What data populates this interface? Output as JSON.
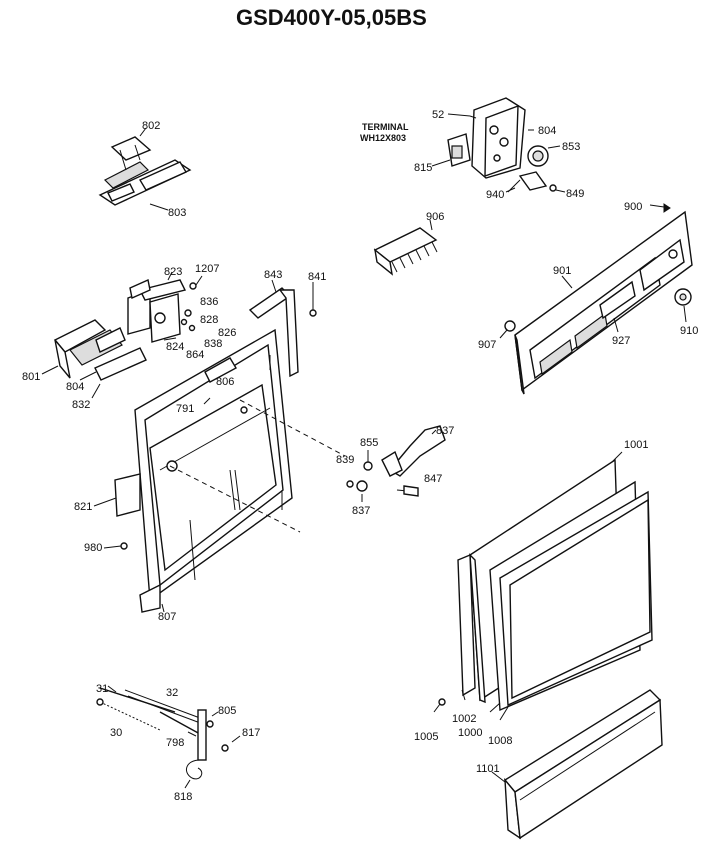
{
  "title": "GSD400Y-05,05BS",
  "terminal_note": {
    "line1": "TERMINAL",
    "line2": "WH12X803"
  },
  "labels": {
    "p802": "802",
    "p803": "803",
    "p823": "823",
    "p1207": "1207",
    "p843": "843",
    "p841": "841",
    "p836": "836",
    "p828": "828",
    "p826": "826",
    "p824": "824",
    "p864": "864",
    "p838": "838",
    "p801": "801",
    "p804a": "804",
    "p832": "832",
    "p806": "806",
    "p791": "791",
    "p821": "821",
    "p980": "980",
    "p807": "807",
    "p52": "52",
    "p804b": "804",
    "p853": "853",
    "p815": "815",
    "p940": "940",
    "p849": "849",
    "p906": "906",
    "p900": "900",
    "p901": "901",
    "p910": "910",
    "p907": "907",
    "p927": "927",
    "p837a": "837",
    "p855": "855",
    "p839": "839",
    "p847": "847",
    "p837b": "837",
    "p1001": "1001",
    "p1002": "1002",
    "p1000": "1000",
    "p1008": "1008",
    "p1005": "1005",
    "p1101": "1101",
    "p31": "31",
    "p32": "32",
    "p30": "30",
    "p805": "805",
    "p798": "798",
    "p817": "817",
    "p818": "818"
  },
  "colors": {
    "ink": "#111111",
    "background": "#ffffff"
  }
}
